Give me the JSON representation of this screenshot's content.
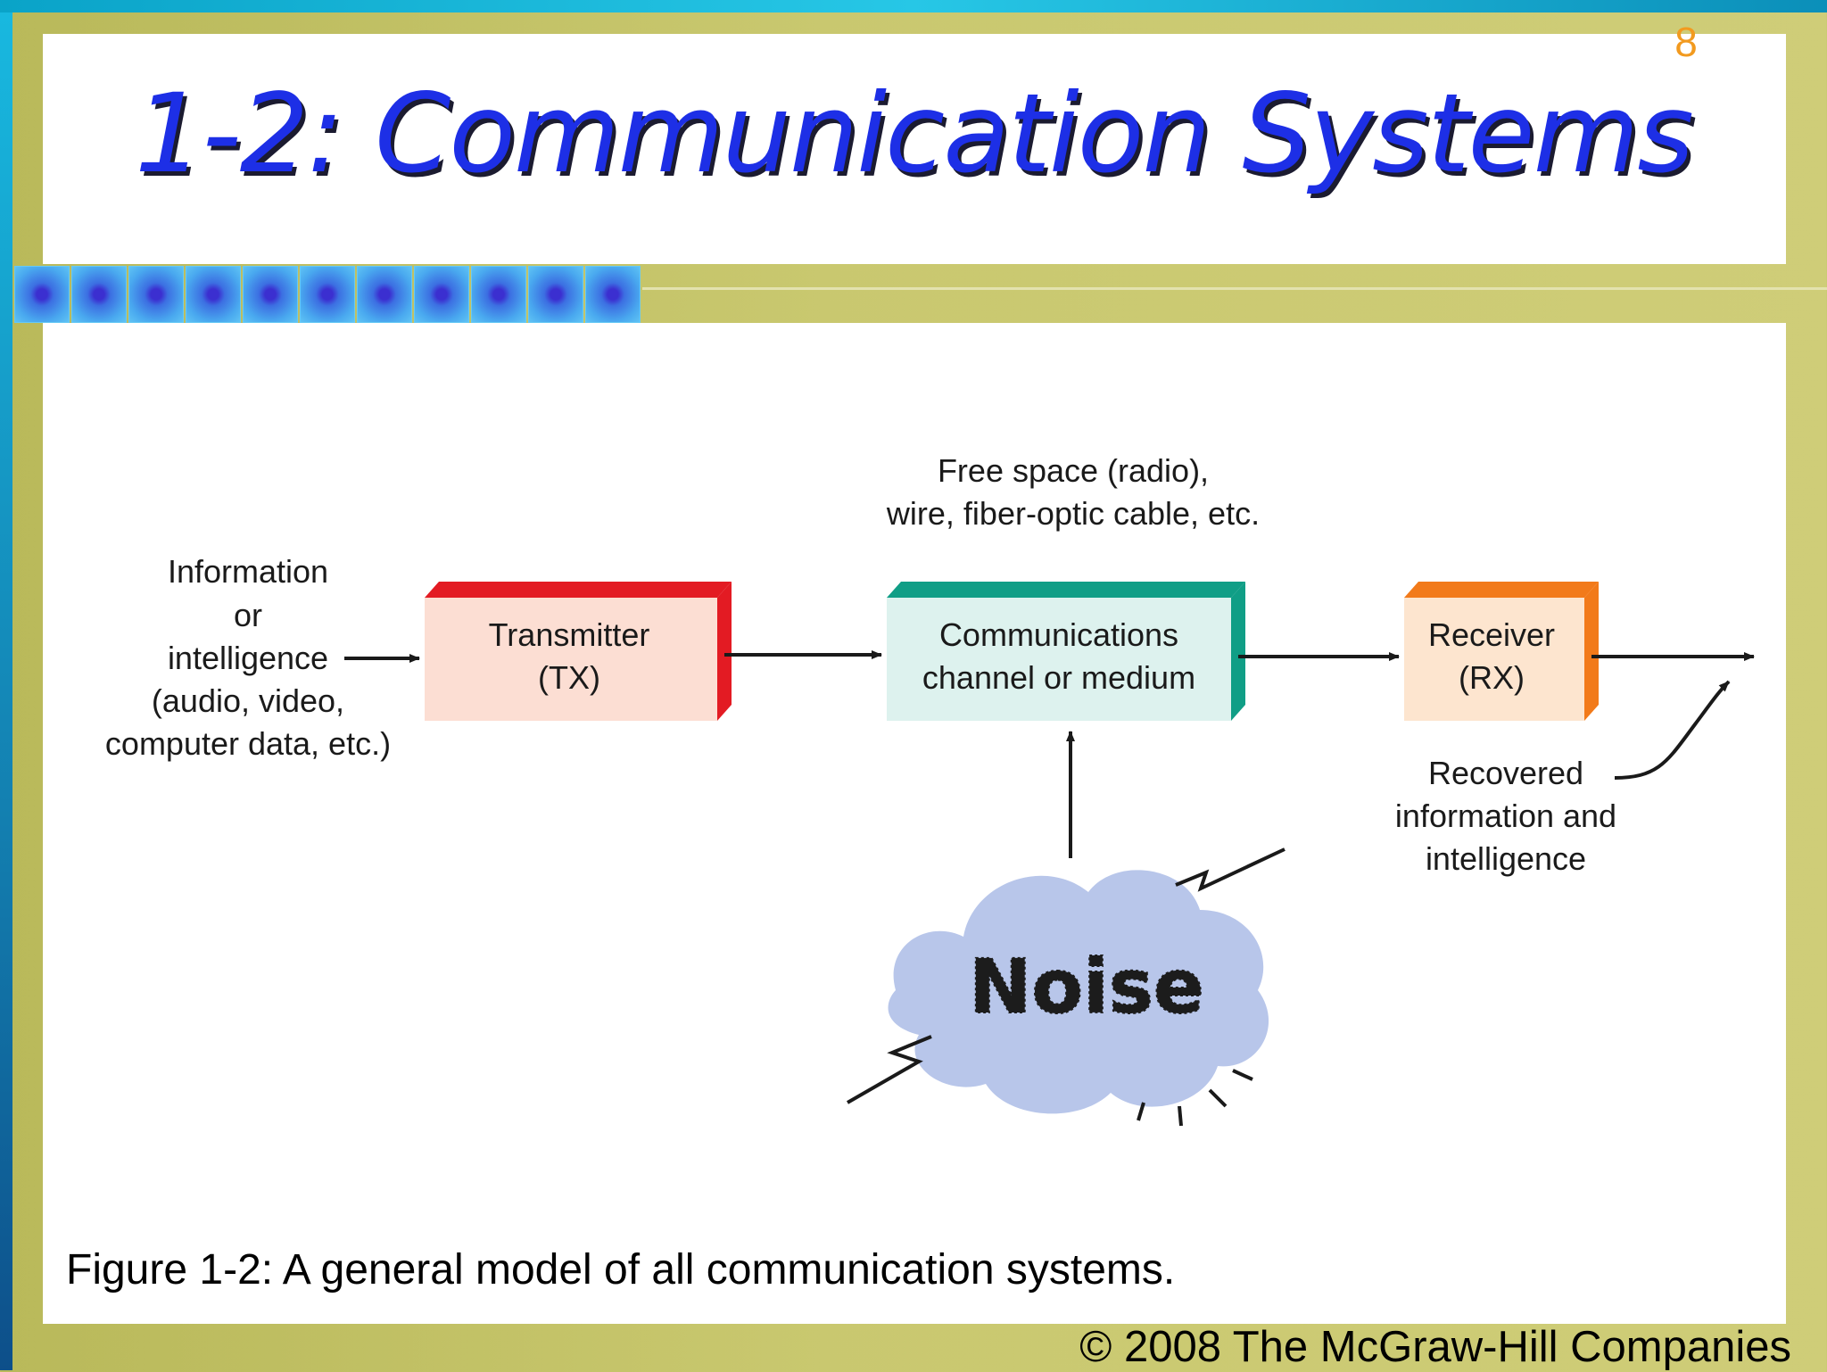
{
  "slide": {
    "number": "8",
    "title": "1-2: Communication Systems",
    "caption": "Figure 1-2: A general model of all communication systems.",
    "copyright": "© 2008 The McGraw-Hill Companies"
  },
  "diagram": {
    "input_label": [
      "Information",
      "or",
      "intelligence",
      "(audio, video,",
      "computer data, etc.)"
    ],
    "transmitter": [
      "Transmitter",
      "(TX)"
    ],
    "channel": [
      "Communications",
      "channel or medium"
    ],
    "channel_label": [
      "Free space (radio),",
      "wire, fiber-optic cable, etc."
    ],
    "receiver": [
      "Receiver",
      "(RX)"
    ],
    "output_label": [
      "Recovered",
      "information and",
      "intelligence"
    ],
    "noise": "Noise",
    "colors": {
      "transmitter_fill": "#fcded3",
      "transmitter_edge": "#e31b23",
      "channel_fill": "#ddf2ee",
      "channel_edge": "#109e86",
      "receiver_fill": "#fde5cf",
      "receiver_edge": "#f27a1a",
      "noise_cloud": "#b8c6ea"
    }
  }
}
